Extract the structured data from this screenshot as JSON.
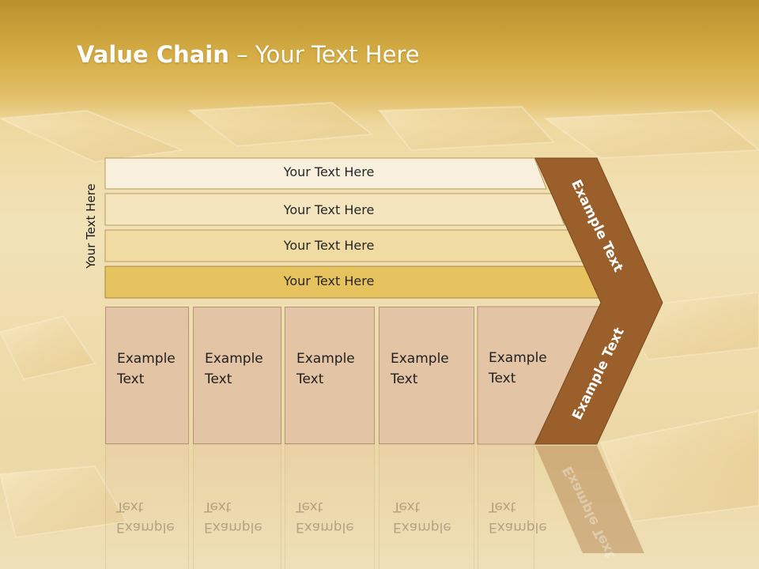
{
  "slide": {
    "title_bold": "Value Chain",
    "title_rest": " – Your Text Here",
    "vertical_label": "Your Text Here"
  },
  "rows": [
    {
      "label": "Your Text Here",
      "color": "#f8f0dc"
    },
    {
      "label": "Your Text Here",
      "color": "#f4e5bf"
    },
    {
      "label": "Your Text Here",
      "color": "#f0dba3"
    },
    {
      "label": "Your Text Here",
      "color": "#e7c35f"
    }
  ],
  "boxes": [
    {
      "line1": "Example",
      "line2": "Text"
    },
    {
      "line1": "Example",
      "line2": "Text"
    },
    {
      "line1": "Example",
      "line2": "Text"
    },
    {
      "line1": "Example",
      "line2": "Text"
    },
    {
      "line1": "Example",
      "line2": "Text"
    }
  ],
  "chevron": {
    "upper_text": "Example Text",
    "lower_text": "Example Text",
    "color": "#9a5f2a"
  }
}
